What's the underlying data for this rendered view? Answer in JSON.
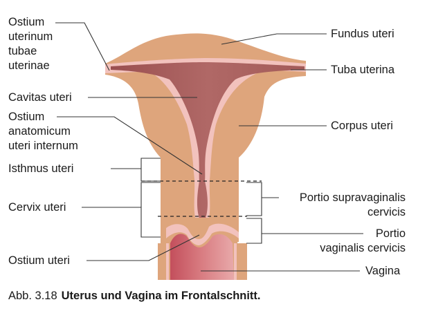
{
  "labels": {
    "left": {
      "ostium_uterinum_tubae_uterinae": [
        "Ostium",
        "uterinum",
        "tubae",
        "uterinae"
      ],
      "cavitas_uteri": "Cavitas uteri",
      "ostium_anatomicum_uteri_internum": [
        "Ostium",
        "anatomicum",
        "uteri internum"
      ],
      "isthmus_uteri": "Isthmus uteri",
      "cervix_uteri": "Cervix uteri",
      "ostium_uteri": "Ostium uteri"
    },
    "right": {
      "fundus_uteri": "Fundus uteri",
      "tuba_uterina": "Tuba uterina",
      "corpus_uteri": "Corpus uteri",
      "portio_supravaginalis_cervicis": [
        "Portio supravaginalis",
        "cervicis"
      ],
      "portio_vaginalis_cervicis": [
        "Portio",
        "vaginalis cervicis"
      ],
      "vagina": "Vagina"
    }
  },
  "caption": {
    "number": "Abb. 3.18",
    "title": "Uterus und Vagina im Frontalschnitt."
  },
  "colors": {
    "muscle": "#dea57c",
    "lining": "#f2c2bd",
    "cavity": "#a65a58",
    "vagina_inner": "#d06a70",
    "leader_line": "#333333",
    "background": "#ffffff"
  }
}
